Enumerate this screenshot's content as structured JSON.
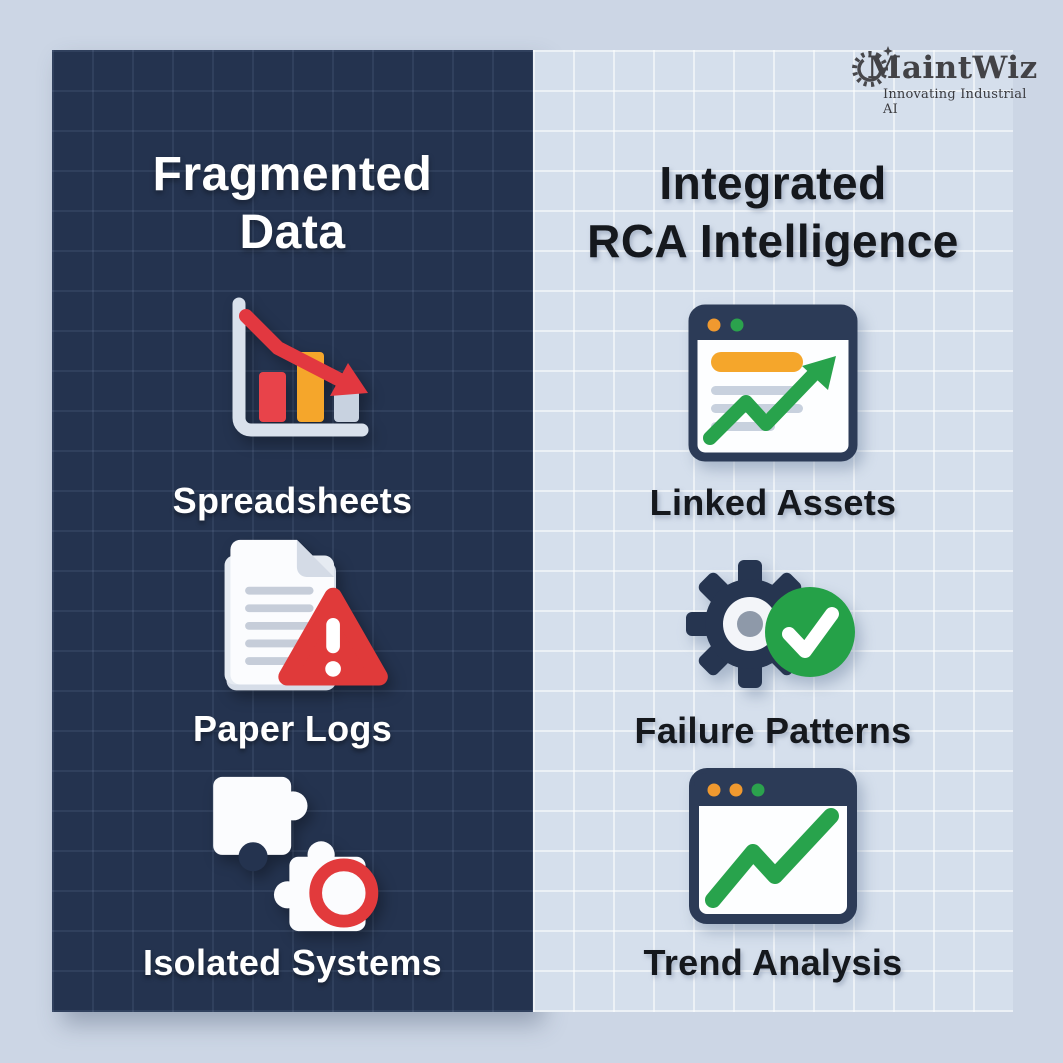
{
  "logo": {
    "brand": "MaintWiz",
    "tagline": "Innovating Industrial AI",
    "icon": "gear-logo-icon",
    "text_color": "#424246"
  },
  "left_panel": {
    "name": "Fragmented Data",
    "background_color": "#24334f",
    "text_color": "#ffffff",
    "title_lines": [
      "Fragmented",
      "Data"
    ],
    "items": [
      {
        "label": "Spreadsheets",
        "icon": "declining-bar-chart-icon"
      },
      {
        "label": "Paper Logs",
        "icon": "documents-warning-icon"
      },
      {
        "label": "Isolated Systems",
        "icon": "disconnected-puzzle-icon"
      }
    ]
  },
  "right_panel": {
    "name": "Integrated RCA Intelligence",
    "background_color": "#d5dfec",
    "text_color": "#15181d",
    "title_lines": [
      "Integrated",
      "RCA Intelligence"
    ],
    "items": [
      {
        "label": "Linked Assets",
        "icon": "browser-growth-arrow-icon"
      },
      {
        "label": "Failure Patterns",
        "icon": "gear-checkmark-icon"
      },
      {
        "label": "Trend Analysis",
        "icon": "browser-trend-line-icon"
      }
    ]
  },
  "palette": {
    "outer_background": "#ccd6e5",
    "navy": "#24334f",
    "browser_frame_navy": "#2c3b57",
    "red": "#e23c41",
    "orange": "#f4a72e",
    "green": "#27a24a",
    "light_blue_panel": "#d5dfec",
    "white": "#ffffff",
    "gray_bar": "#c8d2e0"
  }
}
